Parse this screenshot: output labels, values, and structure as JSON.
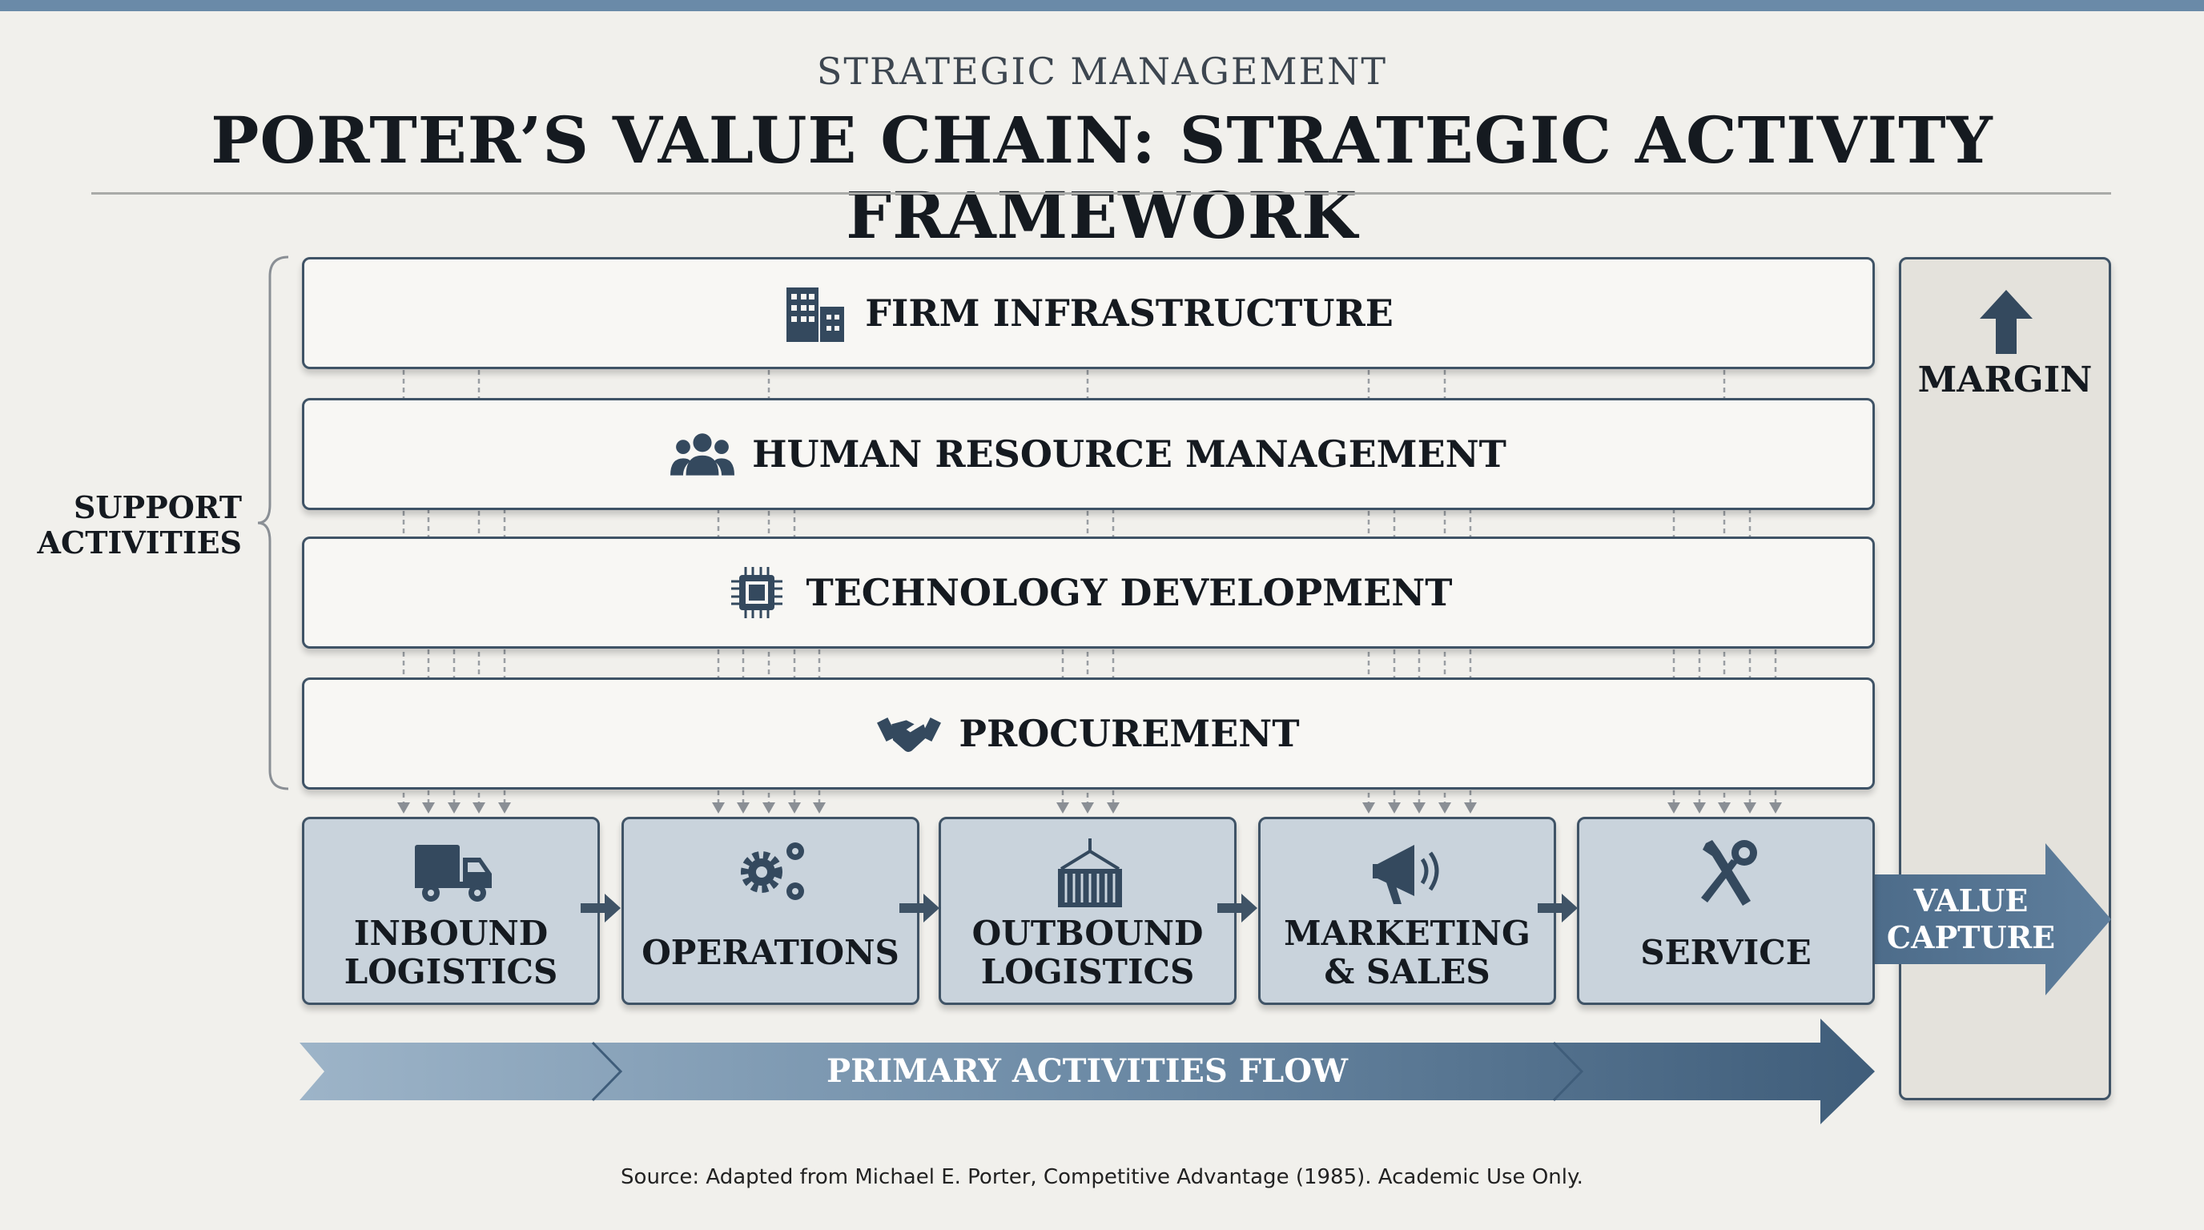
{
  "header": {
    "subtitle": "STRATEGIC MANAGEMENT",
    "title": "PORTER’S VALUE CHAIN: STRATEGIC ACTIVITY FRAMEWORK"
  },
  "support": {
    "label_line1": "SUPPORT",
    "label_line2": "ACTIVITIES",
    "items": [
      {
        "label": "FIRM INFRASTRUCTURE",
        "icon": "building-icon"
      },
      {
        "label": "HUMAN RESOURCE MANAGEMENT",
        "icon": "people-icon"
      },
      {
        "label": "TECHNOLOGY DEVELOPMENT",
        "icon": "chip-icon"
      },
      {
        "label": "PROCUREMENT",
        "icon": "handshake-icon"
      }
    ]
  },
  "primary": {
    "items": [
      {
        "line1": "INBOUND",
        "line2": "LOGISTICS",
        "icon": "truck-icon"
      },
      {
        "line1": "OPERATIONS",
        "line2": "",
        "icon": "gears-icon"
      },
      {
        "line1": "OUTBOUND",
        "line2": "LOGISTICS",
        "icon": "container-icon"
      },
      {
        "line1": "MARKETING",
        "line2": "& SALES",
        "icon": "megaphone-icon"
      },
      {
        "line1": "SERVICE",
        "line2": "",
        "icon": "tools-icon"
      }
    ],
    "flow_label": "PRIMARY ACTIVITIES FLOW"
  },
  "margin": {
    "label": "MARGIN",
    "icon": "arrow-up-icon"
  },
  "value_capture": {
    "line1": "VALUE",
    "line2": "CAPTURE"
  },
  "footer": {
    "source": "Source: Adapted from Michael E. Porter, Competitive Advantage (1985). Academic Use Only."
  },
  "colors": {
    "accent": "#34495e",
    "box": "#c9d3dc",
    "bar": "#6a8aa8"
  }
}
